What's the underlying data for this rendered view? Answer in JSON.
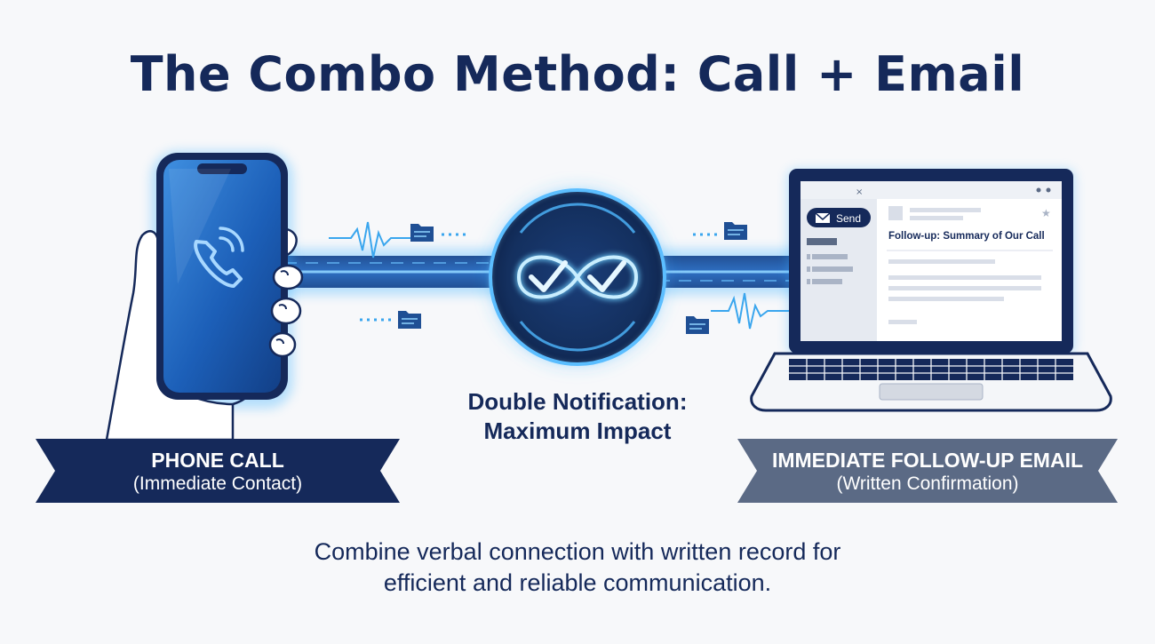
{
  "title": "The Combo Method: Call + Email",
  "center": {
    "caption_line1": "Double Notification:",
    "caption_line2": "Maximum Impact",
    "icon": "infinity-double-check-icon"
  },
  "left_banner": {
    "main": "PHONE CALL",
    "sub": "(Immediate Contact)",
    "icon": "phone-call-icon"
  },
  "right_banner": {
    "main": "IMMEDIATE FOLLOW-UP EMAIL",
    "sub": "(Written Confirmation)",
    "icon": "laptop-email-icon"
  },
  "email": {
    "send_label": "Send",
    "subject": "Follow-up: Summary of Our Call"
  },
  "bottom_text": {
    "line1": "Combine verbal connection with written record for",
    "line2": "efficient and reliable communication."
  },
  "colors": {
    "navy": "#15295a",
    "slate": "#5b6a85",
    "glow": "#2fa3f0",
    "background": "#f7f8fa"
  }
}
